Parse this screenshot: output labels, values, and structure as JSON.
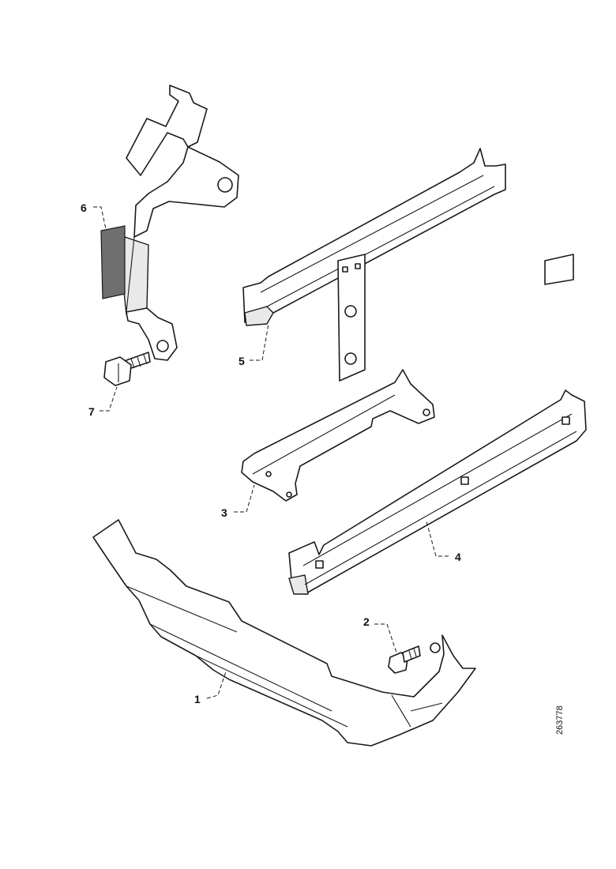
{
  "diagram": {
    "callouts": [
      {
        "id": "1",
        "label": "1"
      },
      {
        "id": "2",
        "label": "2"
      },
      {
        "id": "3",
        "label": "3"
      },
      {
        "id": "4",
        "label": "4"
      },
      {
        "id": "5",
        "label": "5"
      },
      {
        "id": "6",
        "label": "6"
      },
      {
        "id": "7",
        "label": "7"
      }
    ],
    "reference_number": "263778"
  }
}
